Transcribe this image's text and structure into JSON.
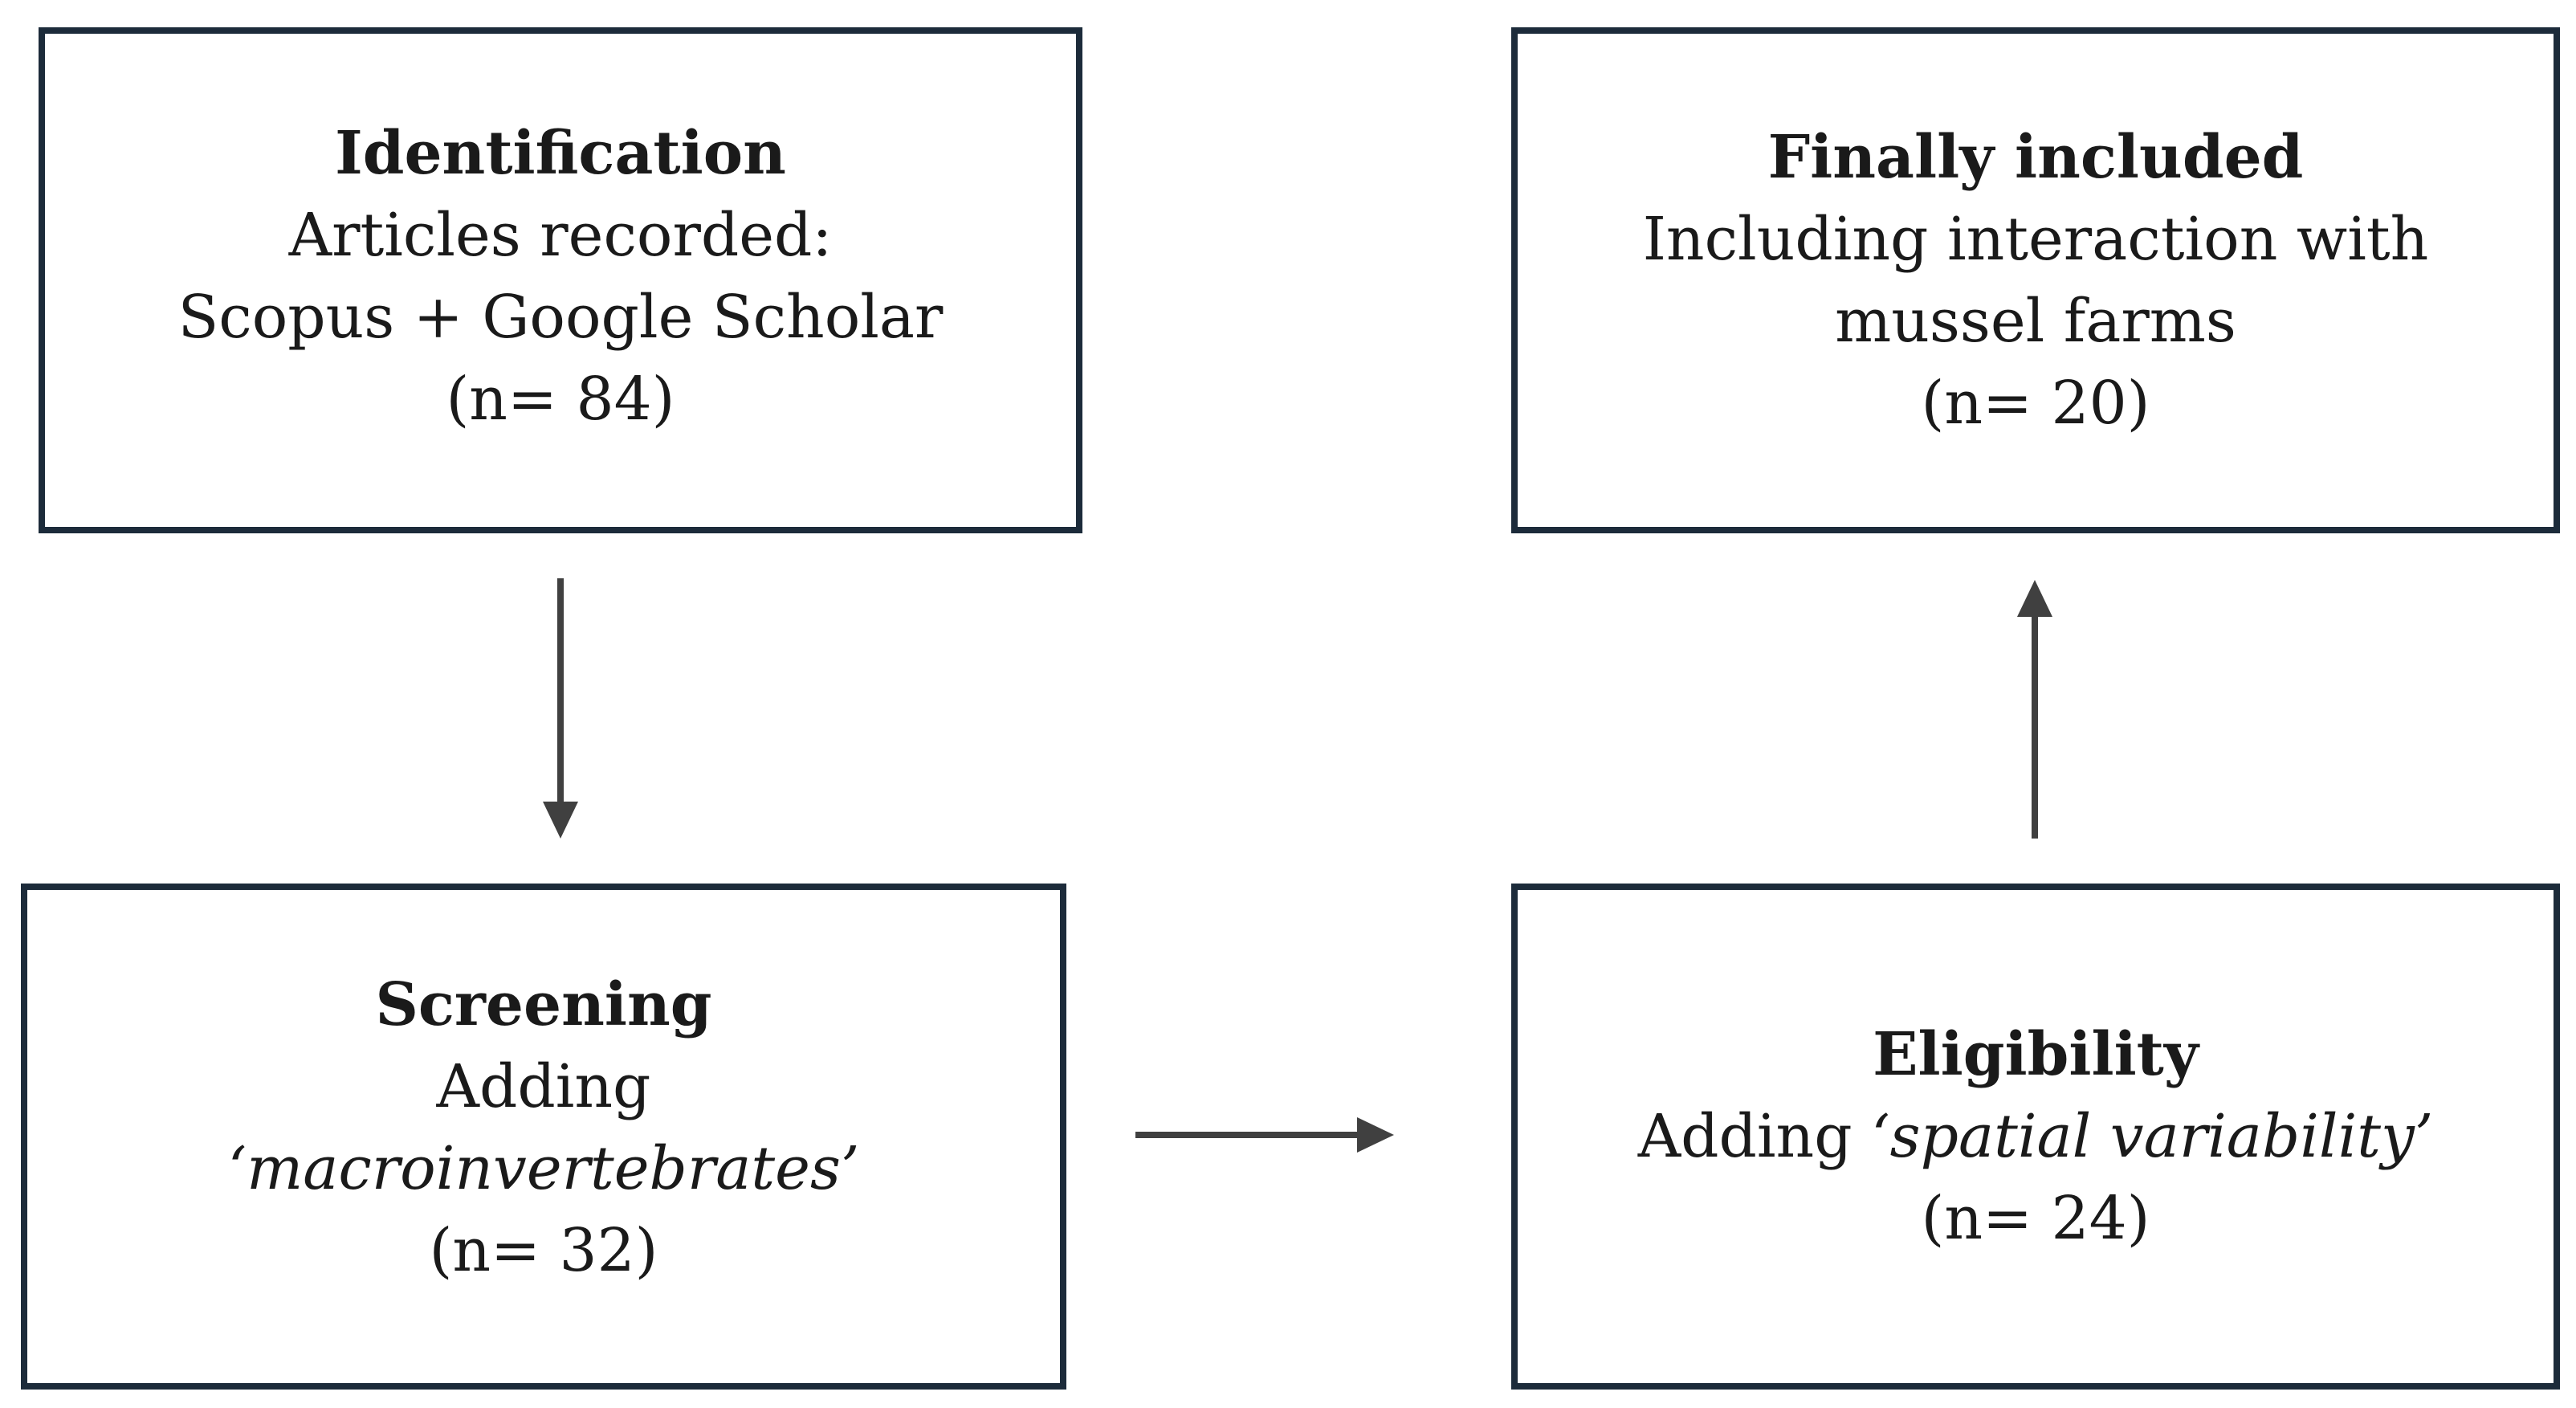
{
  "diagram": {
    "identification": {
      "title": "Identification",
      "line1": "Articles recorded:",
      "line2": "Scopus + Google Scholar",
      "count": "(n= 84)"
    },
    "screening": {
      "title": "Screening",
      "line1": "Adding",
      "line2": "‘macroinvertebrates’",
      "count": "(n= 32)"
    },
    "eligibility": {
      "title": "Eligibility",
      "line1_prefix": "Adding ",
      "line1_italic": "‘spatial variability’",
      "count": "(n= 24)"
    },
    "final": {
      "title": "Finally included",
      "line1": "Including interaction with",
      "line2": "mussel farms",
      "count": "(n= 20)"
    },
    "colors": {
      "box_border": "#1c2b3a",
      "arrow": "#404040"
    }
  }
}
